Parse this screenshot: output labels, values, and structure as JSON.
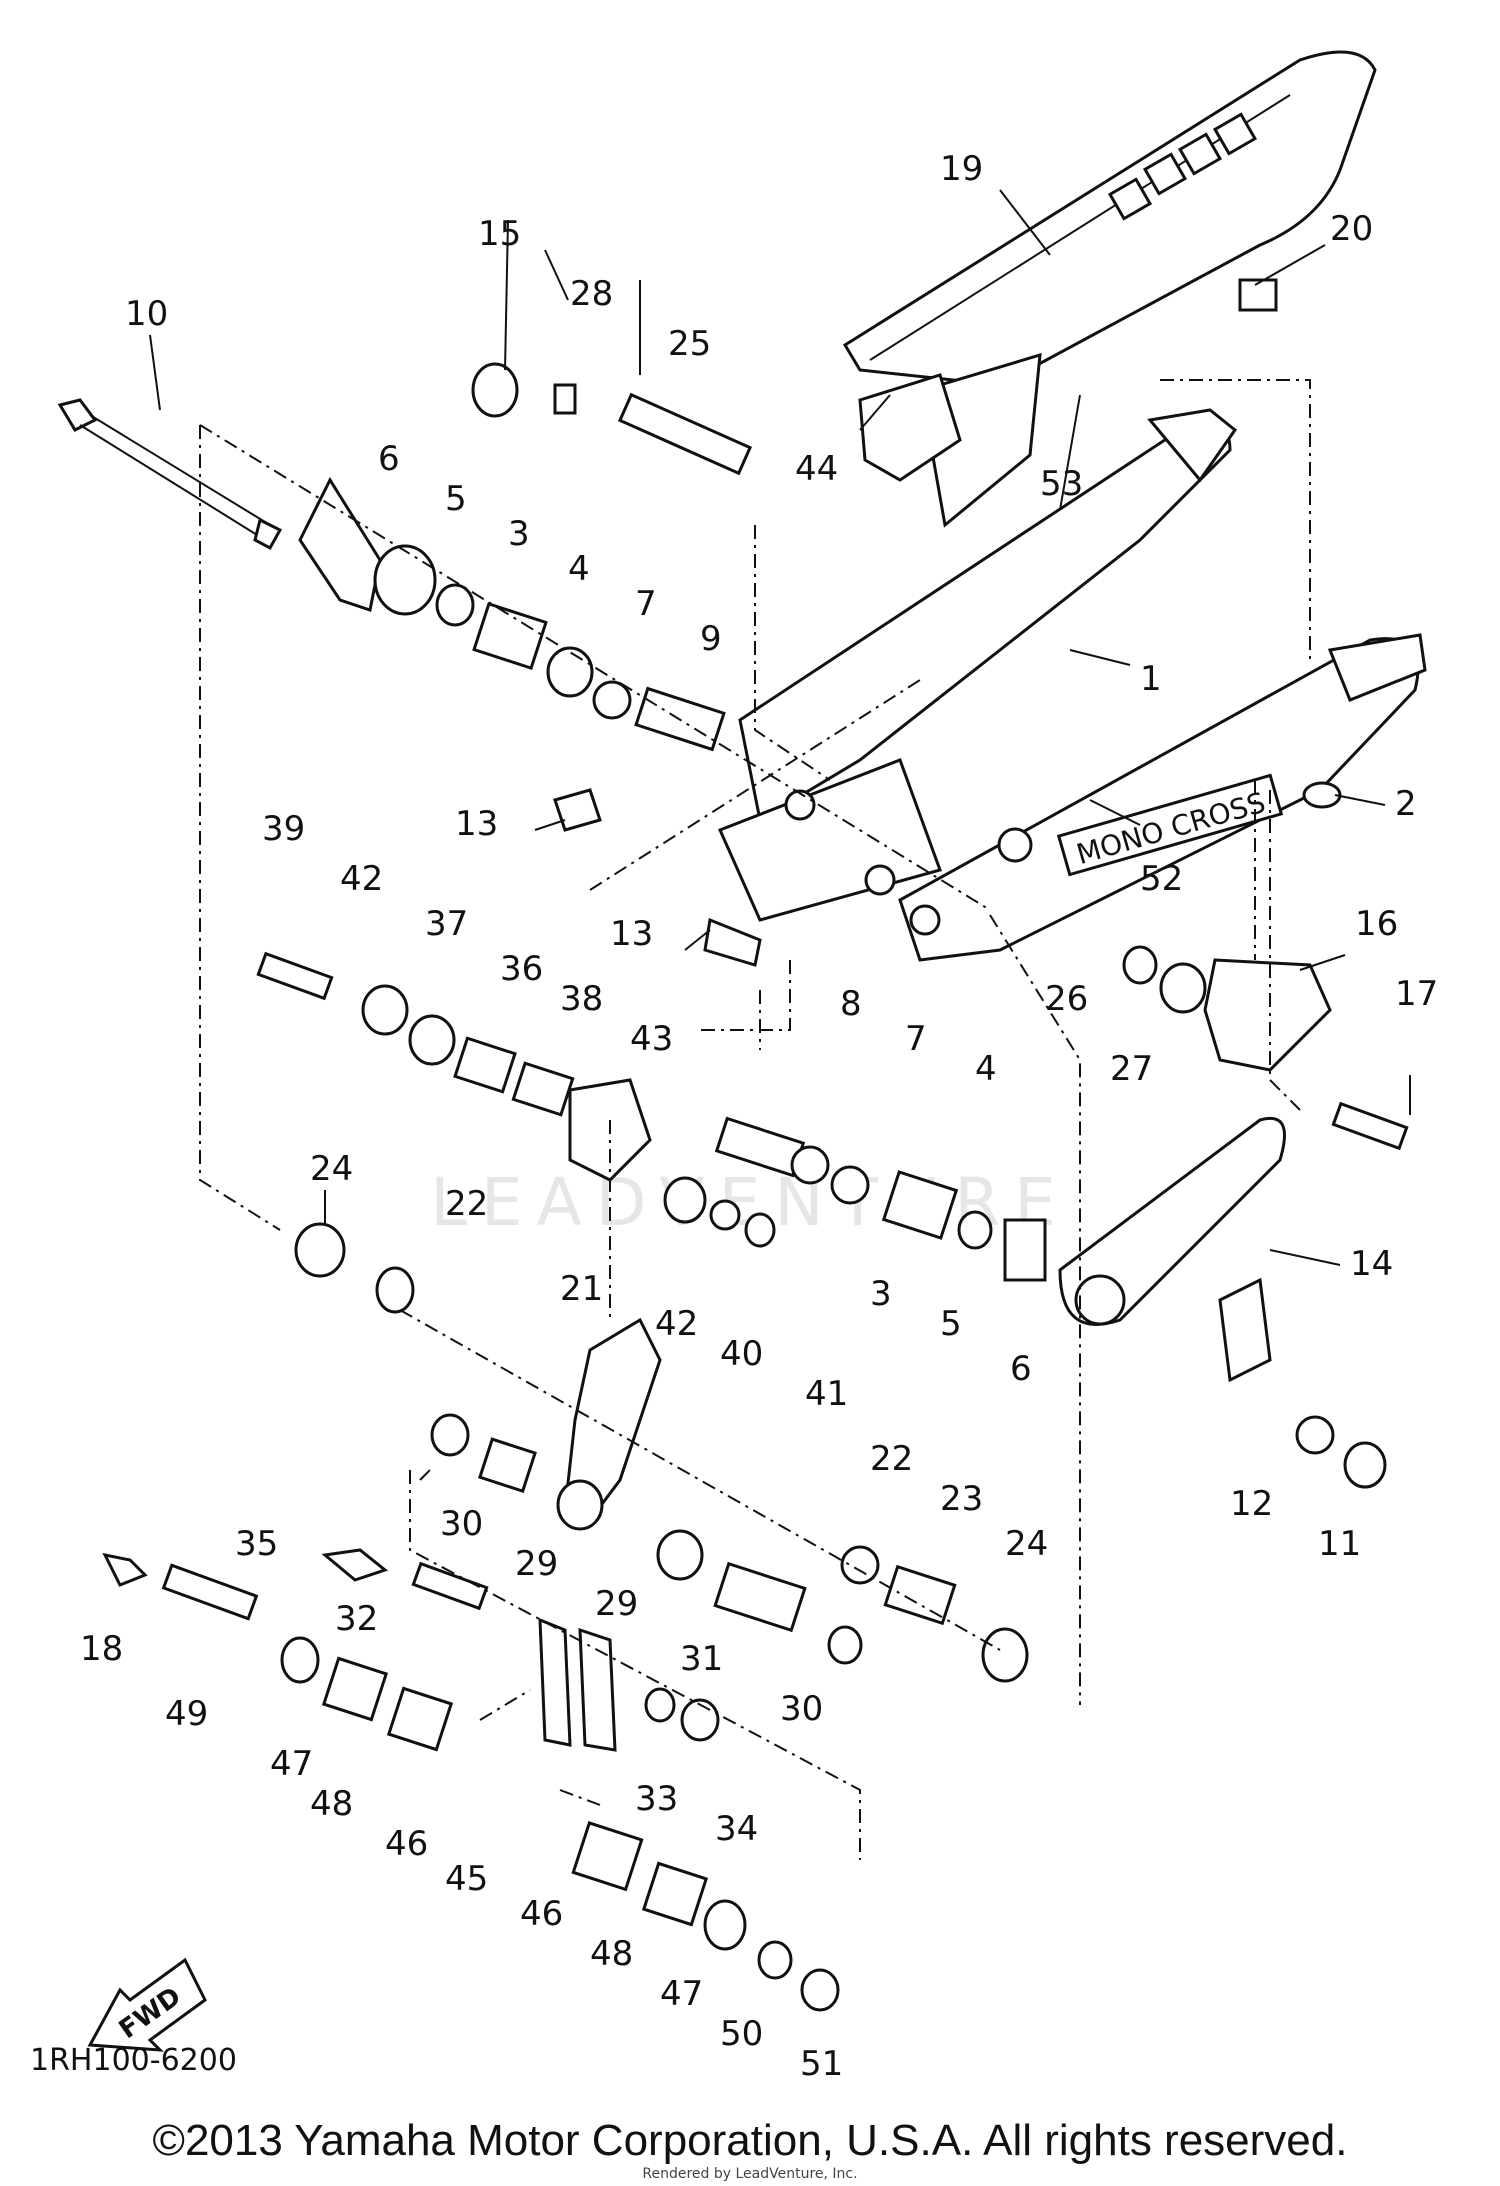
{
  "parts": [
    {
      "id": "p1",
      "label": "1"
    },
    {
      "id": "p2",
      "label": "2"
    },
    {
      "id": "p3a",
      "label": "3"
    },
    {
      "id": "p3b",
      "label": "3"
    },
    {
      "id": "p4a",
      "label": "4"
    },
    {
      "id": "p4b",
      "label": "4"
    },
    {
      "id": "p5a",
      "label": "5"
    },
    {
      "id": "p5b",
      "label": "5"
    },
    {
      "id": "p6a",
      "label": "6"
    },
    {
      "id": "p6b",
      "label": "6"
    },
    {
      "id": "p7a",
      "label": "7"
    },
    {
      "id": "p7b",
      "label": "7"
    },
    {
      "id": "p8",
      "label": "8"
    },
    {
      "id": "p9",
      "label": "9"
    },
    {
      "id": "p10",
      "label": "10"
    },
    {
      "id": "p11",
      "label": "11"
    },
    {
      "id": "p12",
      "label": "12"
    },
    {
      "id": "p13a",
      "label": "13"
    },
    {
      "id": "p13b",
      "label": "13"
    },
    {
      "id": "p14",
      "label": "14"
    },
    {
      "id": "p15",
      "label": "15"
    },
    {
      "id": "p16",
      "label": "16"
    },
    {
      "id": "p17",
      "label": "17"
    },
    {
      "id": "p18",
      "label": "18"
    },
    {
      "id": "p19",
      "label": "19"
    },
    {
      "id": "p20",
      "label": "20"
    },
    {
      "id": "p21",
      "label": "21"
    },
    {
      "id": "p22a",
      "label": "22"
    },
    {
      "id": "p22b",
      "label": "22"
    },
    {
      "id": "p23",
      "label": "23"
    },
    {
      "id": "p24a",
      "label": "24"
    },
    {
      "id": "p24b",
      "label": "24"
    },
    {
      "id": "p25",
      "label": "25"
    },
    {
      "id": "p26",
      "label": "26"
    },
    {
      "id": "p27",
      "label": "27"
    },
    {
      "id": "p28",
      "label": "28"
    },
    {
      "id": "p29a",
      "label": "29"
    },
    {
      "id": "p29b",
      "label": "29"
    },
    {
      "id": "p30a",
      "label": "30"
    },
    {
      "id": "p30b",
      "label": "30"
    },
    {
      "id": "p31",
      "label": "31"
    },
    {
      "id": "p32",
      "label": "32"
    },
    {
      "id": "p33",
      "label": "33"
    },
    {
      "id": "p34",
      "label": "34"
    },
    {
      "id": "p35",
      "label": "35"
    },
    {
      "id": "p36",
      "label": "36"
    },
    {
      "id": "p37",
      "label": "37"
    },
    {
      "id": "p38",
      "label": "38"
    },
    {
      "id": "p39",
      "label": "39"
    },
    {
      "id": "p40",
      "label": "40"
    },
    {
      "id": "p41",
      "label": "41"
    },
    {
      "id": "p42a",
      "label": "42"
    },
    {
      "id": "p42b",
      "label": "42"
    },
    {
      "id": "p43",
      "label": "43"
    },
    {
      "id": "p44",
      "label": "44"
    },
    {
      "id": "p45",
      "label": "45"
    },
    {
      "id": "p46a",
      "label": "46"
    },
    {
      "id": "p46b",
      "label": "46"
    },
    {
      "id": "p47a",
      "label": "47"
    },
    {
      "id": "p47b",
      "label": "47"
    },
    {
      "id": "p48a",
      "label": "48"
    },
    {
      "id": "p48b",
      "label": "48"
    },
    {
      "id": "p49",
      "label": "49"
    },
    {
      "id": "p50",
      "label": "50"
    },
    {
      "id": "p51",
      "label": "51"
    },
    {
      "id": "p52",
      "label": "52"
    },
    {
      "id": "p53",
      "label": "53"
    }
  ],
  "swingarm_text": "MONO CROSS",
  "fwd_text": "FWD",
  "diagram_code": "1RH100-6200",
  "copyright": "©2013 Yamaha Motor Corporation, U.S.A. All rights reserved.",
  "watermark": "LEADVENTURE",
  "watermark_sub": "Rendered by LeadVenture, Inc.",
  "colors": {
    "ink": "#111111",
    "paper": "#ffffff",
    "watermark": "#e6e6e6"
  }
}
